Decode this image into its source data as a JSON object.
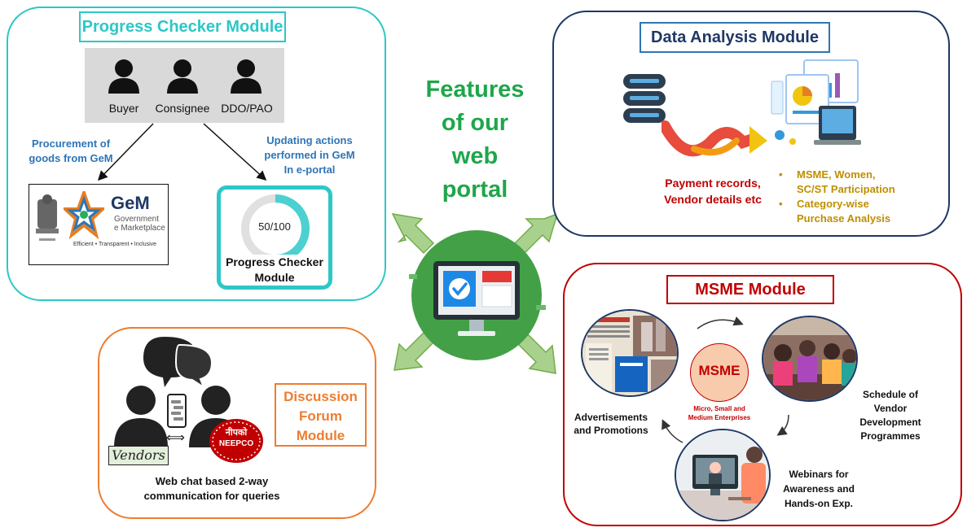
{
  "main_title": [
    "Features",
    "of our",
    "web",
    "portal"
  ],
  "progress_checker": {
    "title": "Progress Checker Module",
    "roles": [
      "Buyer",
      "Consignee",
      "DDO/PAO"
    ],
    "left_caption": [
      "Procurement of",
      "goods from GeM"
    ],
    "right_caption": [
      "Updating actions",
      "performed in GeM",
      "In e-portal"
    ],
    "gem_logo": {
      "name": "GeM",
      "line1": "Government",
      "line2": "e Marketplace",
      "tagline": "Efficient • Transparent • Inclusive"
    },
    "gauge_text": "50/100",
    "gauge_value": 0.5,
    "widget_label": [
      "Progress Checker",
      "Module"
    ]
  },
  "data_analysis": {
    "title": "Data Analysis Module",
    "caption": [
      "Payment records,",
      "Vendor details etc"
    ],
    "bullets": [
      [
        "MSME, Women,",
        "SC/ST Participation"
      ],
      [
        "Category-wise",
        "Purchase Analysis"
      ]
    ]
  },
  "discussion": {
    "title": [
      "Discussion",
      "Forum",
      "Module"
    ],
    "vendor_label": "Vendors",
    "neepco_text": [
      "नीपको",
      "NEEPCO"
    ],
    "caption": [
      "Web chat based 2-way",
      "communication for queries"
    ]
  },
  "msme": {
    "title": "MSME Module",
    "center": "MSME",
    "center_sub": [
      "Micro, Small and",
      "Medium Enterprises"
    ],
    "ads_label": [
      "Advertisements",
      "and Promotions"
    ],
    "schedule_label": [
      "Schedule of",
      "Vendor",
      "Development",
      "Programmes"
    ],
    "webinar_label": [
      "Webinars for",
      "Awareness and",
      "Hands-on Exp."
    ]
  },
  "colors": {
    "green_title": "#1fa64a",
    "teal": "#2dc7c7",
    "navy": "#1f3864",
    "orange": "#ed7d31",
    "dark_red": "#c00000",
    "blue_text": "#2e75b6",
    "gold": "#bf8f00"
  }
}
